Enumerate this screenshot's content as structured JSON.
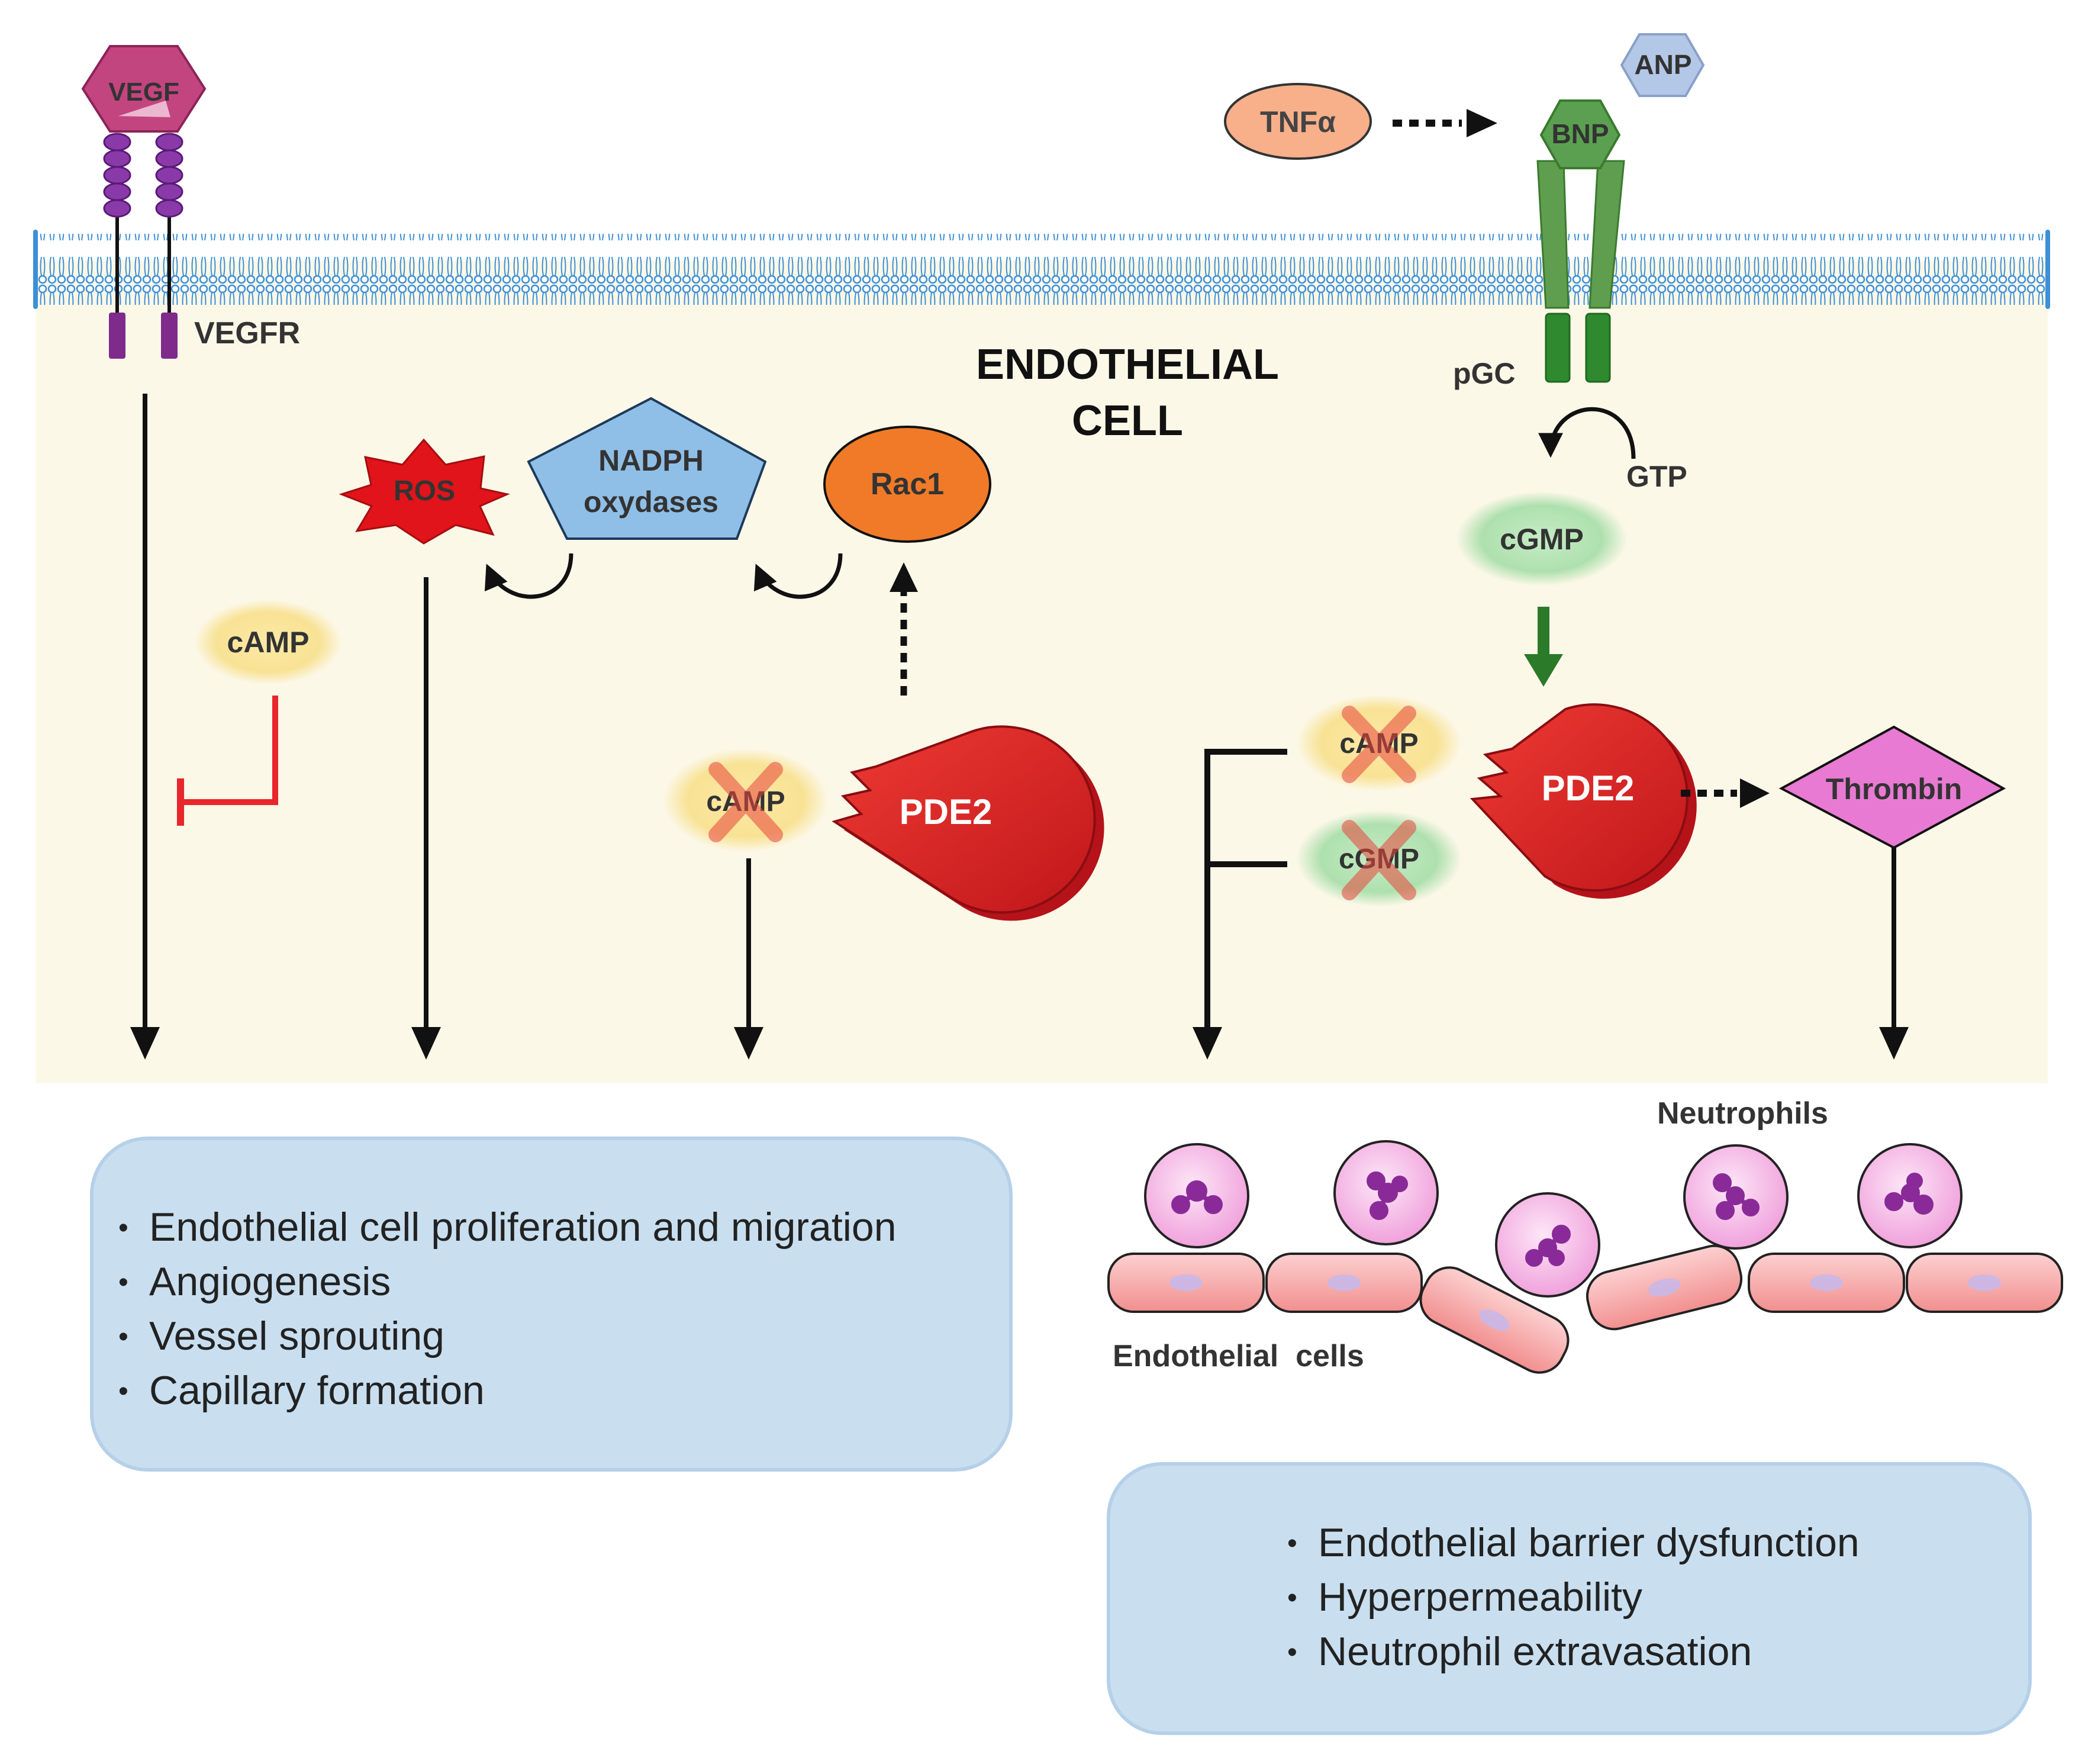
{
  "labels": {
    "vegf": "VEGF",
    "vegfr": "VEGFR",
    "endothelial_cell_line1": "ENDOTHELIAL",
    "endothelial_cell_line2": "CELL",
    "ros": "ROS",
    "nadph_line1": "NADPH",
    "nadph_line2": "oxydases",
    "rac1": "Rac1",
    "camp_inhibitor": "cAMP",
    "camp_hydrolyzed_left": "cAMP",
    "pde2_left": "PDE2",
    "tnfa": "TNFα",
    "anp": "ANP",
    "bnp": "BNP",
    "pgc": "pGC",
    "gtp": "GTP",
    "cgmp": "cGMP",
    "camp_hydrolyzed_right": "cAMP",
    "cgmp_hydrolyzed_right": "cGMP",
    "pde2_right": "PDE2",
    "thrombin": "Thrombin",
    "neutrophils": "Neutrophils",
    "endothelial_cells": "Endothelial  cells"
  },
  "left_box": {
    "items": [
      "Endothelial cell proliferation and migration",
      "Angiogenesis",
      "Vessel sprouting",
      "Capillary formation"
    ]
  },
  "right_box": {
    "items": [
      "Endothelial barrier dysfunction",
      "Hyperpermeability",
      "Neutrophil extravasation"
    ]
  },
  "colors": {
    "cytoplasm": "#fcf8e8",
    "membrane_blue": "#3d8fd6",
    "vegf": "#c3457f",
    "receptor": "#7e2b8c",
    "ros": "#e0141a",
    "nadph": "#8fbfe6",
    "rac1": "#f07a28",
    "camp_glow": "#f7e08a",
    "cgmp_glow": "#a8dca8",
    "pde2": "#d9201f",
    "tnfa": "#f7b08a",
    "anp": "#b3c7e6",
    "bnp": "#5aa050",
    "pgc": "#2f8a2f",
    "green_arrow": "#2a7a2a",
    "inhibit": "#e8262b",
    "thrombin": "#e87ad3",
    "neutrophil": "#f3b3e3",
    "neutrophil_nucleus": "#8a2a98",
    "endothelial": "#f7a0a0",
    "result_box": "#c9dff0"
  }
}
